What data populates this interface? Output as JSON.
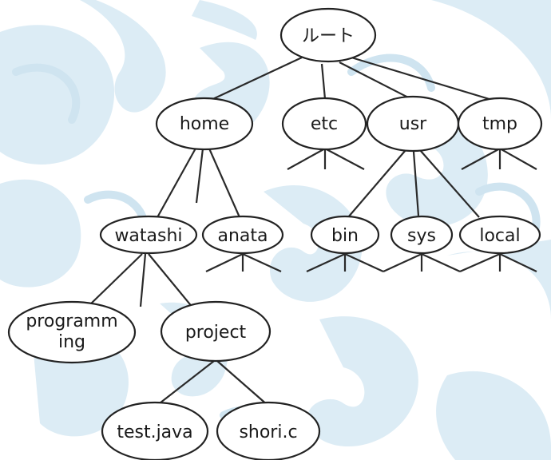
{
  "tree": {
    "root": {
      "label": "ルート"
    },
    "level1": [
      {
        "id": "home",
        "label": "home"
      },
      {
        "id": "etc",
        "label": "etc"
      },
      {
        "id": "usr",
        "label": "usr"
      },
      {
        "id": "tmp",
        "label": "tmp"
      }
    ],
    "home_children": [
      {
        "id": "watashi",
        "label": "watashi"
      },
      {
        "id": "anata",
        "label": "anata"
      }
    ],
    "usr_children": [
      {
        "id": "bin",
        "label": "bin"
      },
      {
        "id": "sys",
        "label": "sys"
      },
      {
        "id": "local",
        "label": "local"
      }
    ],
    "watashi_children": [
      {
        "id": "programming",
        "label_line1": "programm",
        "label_line2": "ing"
      },
      {
        "id": "project",
        "label": "project"
      }
    ],
    "project_children": [
      {
        "id": "test-java",
        "label": "test.java"
      },
      {
        "id": "shori-c",
        "label": "shori.c"
      }
    ]
  },
  "colors": {
    "background": "#ffffff",
    "pattern": "#d7eaf4",
    "stroke": "#222222"
  }
}
